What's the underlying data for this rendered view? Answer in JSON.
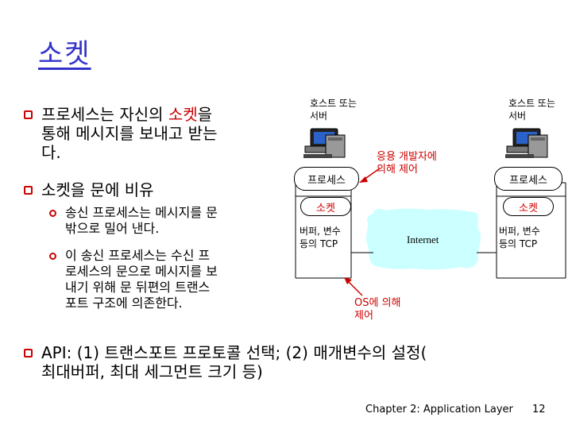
{
  "slide": {
    "title": "소켓",
    "bullet1": {
      "line1_before": "프로세스는 자신의 ",
      "line1_highlight": "소켓",
      "line1_after": "을",
      "line2": "통해 메시지를 보내고 받는",
      "line3": "다."
    },
    "bullet2": {
      "text": "소켓을 문에 비유",
      "sub1": {
        "line1": "송신 프로세스는 메시지를 문",
        "line2": "밖으로 밀어 낸다."
      },
      "sub2": {
        "line1": "이 송신 프로세스는 수신 프",
        "line2": "로세스의 문으로 메시지를 보",
        "line3": "내기 위해 문 뒤편의 트랜스",
        "line4": "포트 구조에 의존한다."
      }
    },
    "bullet3": {
      "line1": "API: (1) 트랜스포트 프로토콜 선택; (2) 매개변수의 설정(",
      "line2": "최대버퍼, 최대 세그먼트 크기 등)"
    }
  },
  "diagram": {
    "left_host": {
      "line1": "호스트 또는",
      "line2": "서버",
      "process": "프로세스",
      "socket": "소켓",
      "tcp_line1": "버퍼, 변수",
      "tcp_line2": "등의 TCP"
    },
    "right_host": {
      "line1": "호스트 또는",
      "line2": "서버",
      "process": "프로세스",
      "socket": "소켓",
      "tcp_line1": "버퍼, 변수",
      "tcp_line2": "등의 TCP"
    },
    "dev_control": {
      "line1": "응용 개발자에",
      "line2": "의해 제어"
    },
    "os_control": {
      "line1": "OS에 의해",
      "line2": "제어"
    },
    "internet": "Internet",
    "cloud_color": "#ccffff"
  },
  "footer": {
    "chapter": "Chapter 2: Application Layer",
    "page": "12"
  }
}
